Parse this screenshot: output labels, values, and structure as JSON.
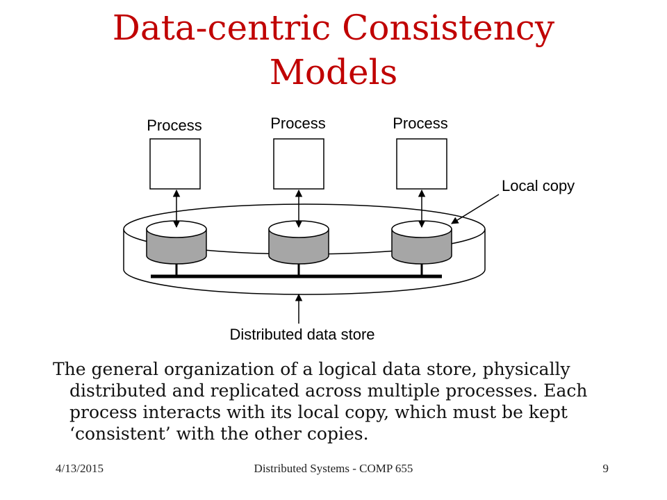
{
  "slide": {
    "title_line1": "Data-centric Consistency",
    "title_line2": "Models",
    "caption": "The general organization of a logical data store, physically distributed and replicated across multiple processes. Each process interacts with its local copy, which must be kept ‘consistent’ with the other copies."
  },
  "diagram": {
    "process_labels": [
      "Process",
      "Process",
      "Process"
    ],
    "local_copy_label": "Local copy",
    "data_store_label": "Distributed data store"
  },
  "footer": {
    "date": "4/13/2015",
    "course": "Distributed Systems - COMP 655",
    "page": "9"
  },
  "colors": {
    "title": "#c00000",
    "cylinder_fill": "#a6a6a6"
  }
}
